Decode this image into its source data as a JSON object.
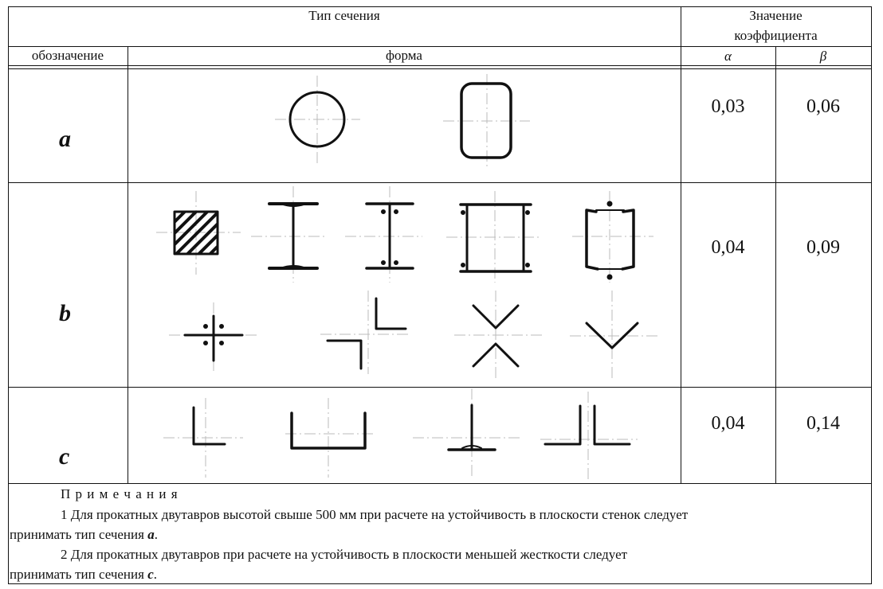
{
  "header": {
    "section_type": "Тип сечения",
    "coef_line1": "Значение",
    "coef_line2": "коэффициента",
    "designation": "обозначение",
    "form": "форма",
    "alpha": "α",
    "beta": "β"
  },
  "rows": [
    {
      "designation": "a",
      "alpha": "0,03",
      "beta": "0,06"
    },
    {
      "designation": "b",
      "alpha": "0,04",
      "beta": "0,09"
    },
    {
      "designation": "c",
      "alpha": "0,04",
      "beta": "0,14"
    }
  ],
  "notes": {
    "title": "П р и м е ч а н и я",
    "n1_line1": "1 Для прокатных двутавров высотой свыше 500 мм при расчете на устойчивость в плоскости стенок следует",
    "n1_line2_prefix": "принимать тип сечения ",
    "n1_letter": "a",
    "n2_line1": "2 Для прокатных двутавров  при расчете на устойчивость в плоскости  меньшей жесткости следует",
    "n2_line2_prefix": "принимать тип сечения ",
    "n2_letter": "c"
  },
  "shapes": {
    "row_a": [
      "circle-section-icon",
      "rounded-rectangle-section-icon"
    ],
    "row_b": [
      "hatched-square-section-icon",
      "i-beam-section-icon",
      "bolted-i-beam-section-icon",
      "box-section-icon",
      "channel-box-section-icon",
      "double-angle-cross-section-icon",
      "two-angles-offset-section-icon",
      "angles-x-section-icon",
      "angles-v-section-icon"
    ],
    "row_c": [
      "angle-section-icon",
      "channel-section-icon",
      "tee-section-icon",
      "double-angle-back-to-back-section-icon"
    ]
  }
}
